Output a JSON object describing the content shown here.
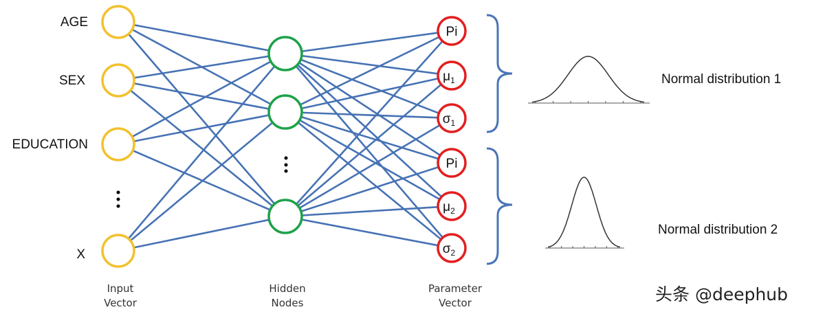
{
  "colors": {
    "edge": "#4672b4",
    "input_node": "#f2c12e",
    "hidden_node": "#1ea24a",
    "param_node": "#e31e1e",
    "brace": "#4a74b8",
    "curve": "#333333"
  },
  "input_layer": {
    "nodes": [
      {
        "label": "AGE"
      },
      {
        "label": "SEX"
      },
      {
        "label": "EDUCATION"
      },
      {
        "label": "X"
      }
    ],
    "ellipsis": "⋮",
    "caption_line1": "Input",
    "caption_line2": "Vector"
  },
  "hidden_layer": {
    "node_count": 3,
    "ellipsis": "⋮",
    "caption_line1": "Hidden",
    "caption_line2": "Nodes"
  },
  "parameter_layer": {
    "nodes": [
      {
        "symbol": "Pi",
        "sub": ""
      },
      {
        "symbol": "μ",
        "sub": "1"
      },
      {
        "symbol": "σ",
        "sub": "1"
      },
      {
        "symbol": "Pi",
        "sub": ""
      },
      {
        "symbol": "μ",
        "sub": "2"
      },
      {
        "symbol": "σ",
        "sub": "2"
      }
    ],
    "caption_line1": "Parameter",
    "caption_line2": "Vector"
  },
  "distributions": [
    {
      "label": "Normal distribution 1",
      "spread": "wide"
    },
    {
      "label": "Normal distribution 2",
      "spread": "narrow"
    }
  ],
  "watermark": "头条 @deephub"
}
